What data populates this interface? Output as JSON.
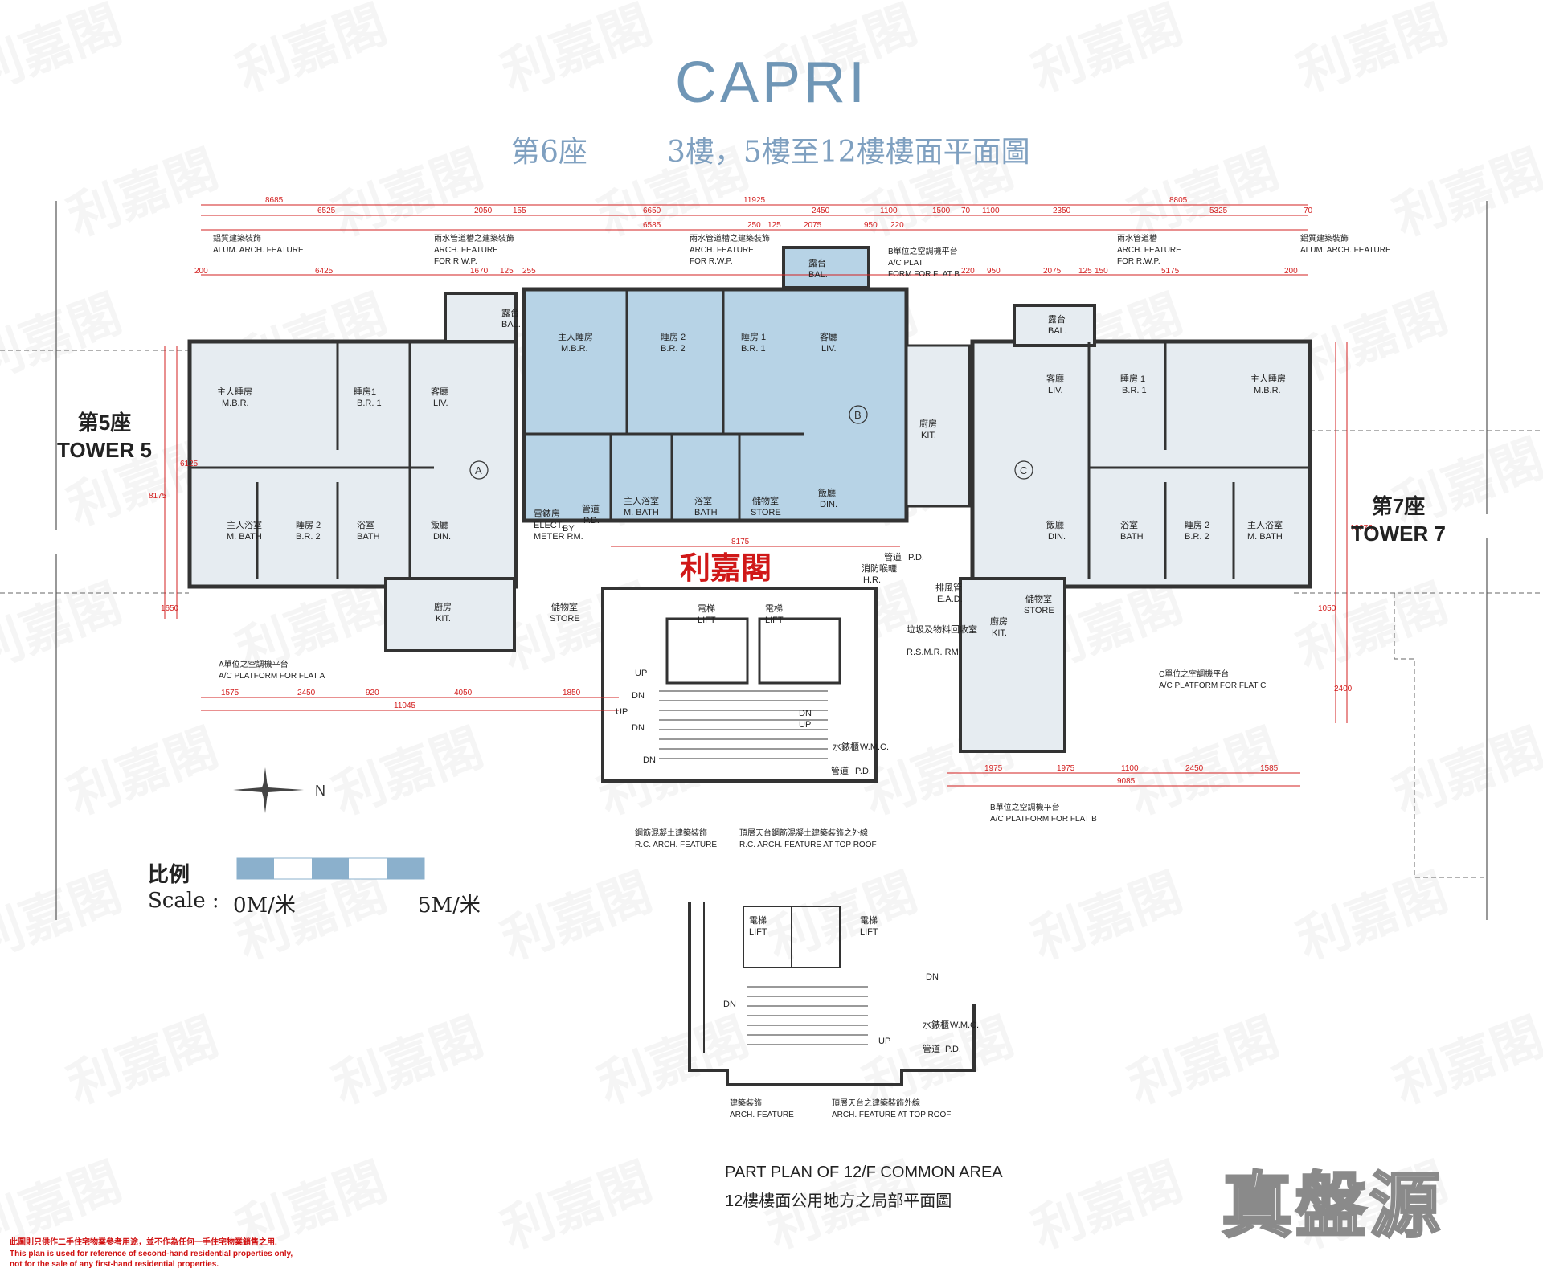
{
  "header": {
    "title": "CAPRI",
    "tower_label": "第6座",
    "floors_label": "3樓，5樓至12樓樓面平面圖"
  },
  "neighbors": {
    "left_zh": "第5座",
    "left_en": "TOWER 5",
    "right_zh": "第7座",
    "right_en": "TOWER 7"
  },
  "watermark": "利嘉閣",
  "centre_logo": "利嘉閣",
  "annotations": {
    "alum_feature_left_zh": "鋁質建築裝飾",
    "alum_feature_left_en": "ALUM. ARCH. FEATURE",
    "rwp_left_zh": "雨水管道槽之建築裝飾",
    "rwp_left_en1": "ARCH. FEATURE",
    "rwp_left_en2": "FOR R.W.P.",
    "rwp_mid_zh": "雨水管道槽之建築裝飾",
    "rwp_mid_en1": "ARCH. FEATURE",
    "rwp_mid_en2": "FOR R.W.P.",
    "acb_zh": "B單位之空調機平台",
    "acb_en1": "A/C PLAT",
    "acb_en2": "FORM FOR FLAT B",
    "rwp_right_zh": "雨水管道槽",
    "rwp_right_en1": "ARCH. FEATURE",
    "rwp_right_en2": "FOR R.W.P.",
    "alum_feature_right_zh": "鋁質建築裝飾",
    "alum_feature_right_en": "ALUM. ARCH. FEATURE",
    "aca_zh": "A單位之空調機平台",
    "aca_en": "A/C PLATFORM FOR FLAT A",
    "acc_zh": "C單位之空調機平台",
    "acc_en": "A/C PLATFORM FOR FLAT C",
    "acb2_zh": "B單位之空調機平台",
    "acb2_en": "A/C PLATFORM FOR FLAT B",
    "rc_zh": "鋼筋混凝土建築裝飾",
    "rc_en": "R.C. ARCH. FEATURE",
    "rc_roof_zh": "頂層天台鋼筋混凝土建築裝飾之外線",
    "rc_roof_en": "R.C. ARCH. FEATURE AT TOP ROOF",
    "arch_zh": "建築裝飾",
    "arch_en": "ARCH. FEATURE",
    "arch_roof_zh": "頂層天台之建築裝飾外線",
    "arch_roof_en": "ARCH. FEATURE AT TOP ROOF"
  },
  "rooms": {
    "a_mbr_zh": "主人睡房",
    "a_mbr_en": "M.B.R.",
    "a_br1_zh": "睡房1",
    "a_br1_en": "B.R. 1",
    "a_liv_zh": "客廳",
    "a_liv_en": "LIV.",
    "a_mbath_zh": "主人浴室",
    "a_mbath_en": "M. BATH",
    "a_br2_zh": "睡房 2",
    "a_br2_en": "B.R. 2",
    "a_bath_zh": "浴室",
    "a_bath_en": "BATH",
    "a_din_zh": "飯廳",
    "a_din_en": "DIN.",
    "a_kit_zh": "廚房",
    "a_kit_en": "KIT.",
    "a_store_zh": "儲物室",
    "a_store_en": "STORE",
    "a_bal_zh": "露台",
    "a_bal_en": "BAL.",
    "b_mbr_zh": "主人睡房",
    "b_mbr_en": "M.B.R.",
    "b_br2_zh": "睡房 2",
    "b_br2_en": "B.R. 2",
    "b_br1_zh": "睡房 1",
    "b_br1_en": "B.R. 1",
    "b_liv_zh": "客廳",
    "b_liv_en": "LIV.",
    "b_mbath_zh": "主人浴室",
    "b_mbath_en": "M. BATH",
    "b_bath_zh": "浴室",
    "b_bath_en": "BATH",
    "b_store_zh": "儲物室",
    "b_store_en": "STORE",
    "b_din_zh": "飯廳",
    "b_din_en": "DIN.",
    "b_kit_zh": "廚房",
    "b_kit_en": "KIT.",
    "b_bal_zh": "露台",
    "b_bal_en": "BAL.",
    "c_mbr_zh": "主人睡房",
    "c_mbr_en": "M.B.R.",
    "c_br1_zh": "睡房 1",
    "c_br1_en": "B.R. 1",
    "c_liv_zh": "客廳",
    "c_liv_en": "LIV.",
    "c_bath_zh": "浴室",
    "c_bath_en": "BATH",
    "c_br2_zh": "睡房 2",
    "c_br2_en": "B.R. 2",
    "c_mbath_zh": "主人浴室",
    "c_mbath_en": "M. BATH",
    "c_din_zh": "飯廳",
    "c_din_en": "DIN.",
    "c_store_zh": "儲物室",
    "c_store_en": "STORE",
    "c_kit_zh": "廚房",
    "c_kit_en": "KIT.",
    "c_bal_zh": "露台",
    "c_bal_en": "BAL.",
    "elect_zh": "電錶房",
    "elect_en1": "ELECT.",
    "elect_en2": "METER RM.",
    "pd_zh": "管道",
    "pd_en": "P.D.",
    "lift_zh": "電梯",
    "lift_en": "LIFT",
    "hr_zh": "消防喉轆",
    "hr_en": "H.R.",
    "ead_zh": "排風管",
    "ead_en": "E.A.D.",
    "rsmr_zh": "垃圾及物料回收室",
    "rsmr_en": "R.S.M.R. RM.",
    "wmc_zh": "水錶櫃",
    "wmc_en": "W.M.C.",
    "pd2_zh": "管道",
    "pd2_en": "P.D.",
    "up": "UP",
    "dn": "DN",
    "by": "BY"
  },
  "flat_markers": [
    "A",
    "B",
    "C"
  ],
  "dimensions": {
    "top_row1": [
      "8685",
      "11925",
      "8805"
    ],
    "top_row2": [
      "6525",
      "2050",
      "155",
      "6650",
      "2450",
      "1100",
      "1500",
      "70",
      "1100",
      "2350",
      "5325",
      "70"
    ],
    "top_row3": [
      "6585",
      "250",
      "125",
      "2075",
      "950",
      "220"
    ],
    "top_row4": [
      "200",
      "6425",
      "1670",
      "125",
      "255",
      "220",
      "950",
      "2075",
      "125",
      "150",
      "5175",
      "200"
    ],
    "bottom_left": [
      "1575",
      "2450",
      "920",
      "4050",
      "1850"
    ],
    "bottom_left_total": "11045",
    "bottom_right": [
      "1975",
      "1975",
      "1100",
      "2450",
      "1585"
    ],
    "bottom_right_total": "9085",
    "centre": "8175",
    "left_vertical": [
      "6125",
      "8175",
      "1650"
    ],
    "right_vertical": [
      "10275",
      "1050",
      "2400"
    ]
  },
  "compass": {
    "north_label": "N"
  },
  "scale": {
    "title": "比例",
    "label": "Scale :",
    "zero": "0M/米",
    "five": "5M/米"
  },
  "part_plan": {
    "title_en": "PART PLAN OF 12/F COMMON AREA",
    "title_zh": "12樓樓面公用地方之局部平面圖"
  },
  "brand": "真盤源",
  "disclaimer": {
    "zh": "此圖則只供作二手住宅物業參考用途，並不作為任何一手住宅物業銷售之用.",
    "en1": "This plan is used for reference of second-hand residential properties only,",
    "en2": "not for the sale of any first-hand residential properties."
  },
  "colors": {
    "title": "#6f96b6",
    "dimension": "#d32020",
    "flat_b_fill": "#b7d3e6",
    "flat_fill": "#e6ecf1",
    "wall": "#333333",
    "logo": "#d01818"
  }
}
